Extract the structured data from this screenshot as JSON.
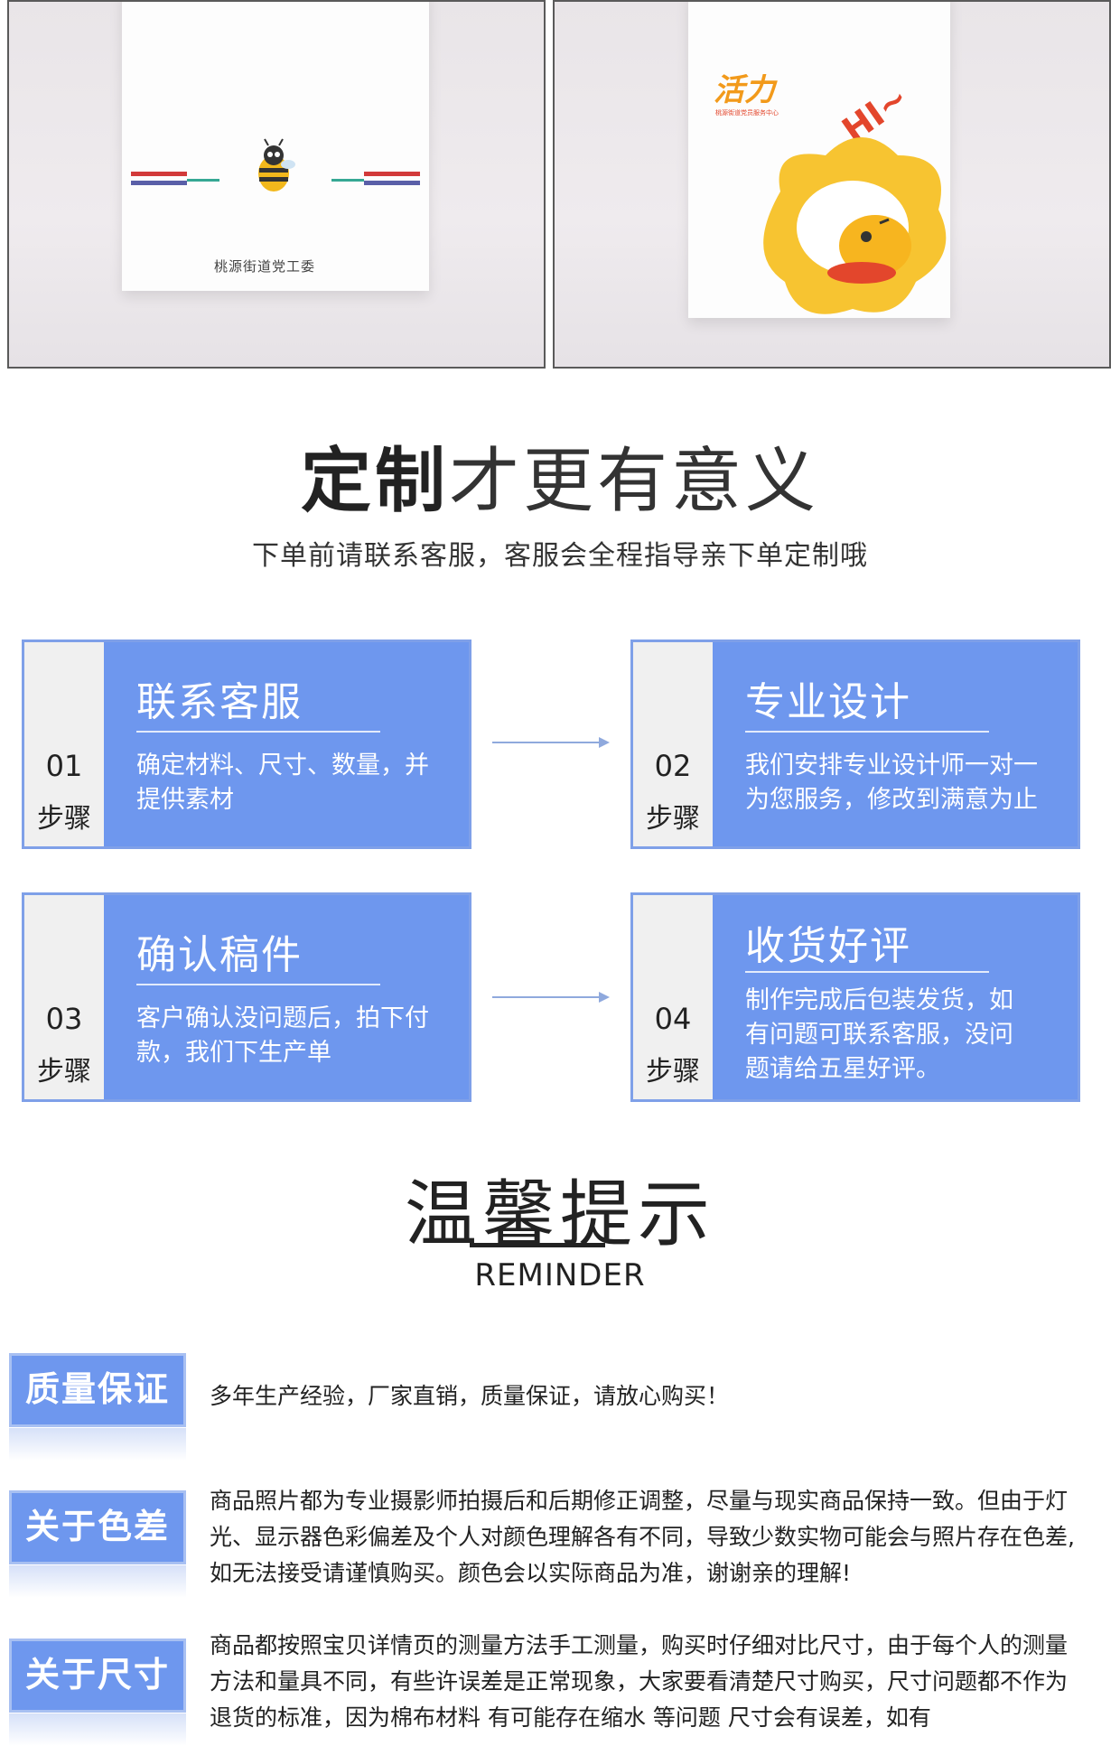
{
  "photos": {
    "left_bag_text": "桃源街道党工委",
    "right_bag_brand": "活力",
    "right_bag_sub": "桃源街道党员服务中心",
    "right_bag_hi": "HI~"
  },
  "headline": {
    "bold": "定制",
    "light": "才更有意义",
    "subtitle": "下单前请联系客服，客服会全程指导亲下单定制哦"
  },
  "steps": [
    {
      "num": "01",
      "word": "步骤",
      "title": "联系客服",
      "desc": "确定材料、尺寸、数量，并提供素材"
    },
    {
      "num": "02",
      "word": "步骤",
      "title": "专业设计",
      "desc": "我们安排专业设计师一对一为您服务，修改到满意为止"
    },
    {
      "num": "03",
      "word": "步骤",
      "title": "确认稿件",
      "desc": "客户确认没问题后，拍下付款，我们下生产单"
    },
    {
      "num": "04",
      "word": "步骤",
      "title": "收货好评",
      "desc": "制作完成后包装发货，如有问题可联系客服，没问题请给五星好评。"
    }
  ],
  "reminder": {
    "title": "温馨提示",
    "subtitle": "REMINDER"
  },
  "notes": [
    {
      "label": "质量保证",
      "text": "多年生产经验，厂家直销，质量保证，请放心购买！"
    },
    {
      "label": "关于色差",
      "text": "商品照片都为专业摄影师拍摄后和后期修正调整，尽量与现实商品保持一致。但由于灯光、显示器色彩偏差及个人对颜色理解各有不同，导致少数实物可能会与照片存在色差,如无法接受请谨慎购买。颜色会以实际商品为准，谢谢亲的理解!"
    },
    {
      "label": "关于尺寸",
      "text": "商品都按照宝贝详情页的测量方法手工测量，购买时仔细对比尺寸，由于每个人的测量方法和量具不同，有些许误差是正常现象，大家要看清楚尺寸购买，尺寸问题都不作为退货的标准，因为棉布材料 有可能存在缩水 等问题 尺寸会有误差，如有"
    }
  ],
  "colors": {
    "accent_blue": "#6e97ee",
    "text_dark": "#222222",
    "orange": "#f29a1b",
    "red": "#e3462c"
  }
}
